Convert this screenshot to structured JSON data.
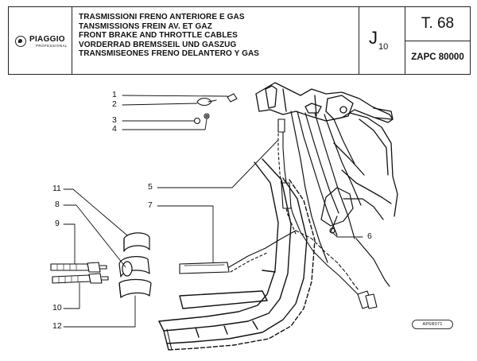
{
  "header": {
    "brand": "PIAGGIO",
    "brand_sub": "PROFESSIONAL",
    "titles": [
      "TRASMISSIONI FRENO ANTERIORE E GAS",
      "TANSMISSIONS FREIN AV. ET GAZ",
      "FRONT BRAKE AND THROTTLE CABLES",
      "VORDERRAD BREMSSEIL UND GASZUG",
      "TRANSMISEONES FRENO DELANTERO Y GAS"
    ],
    "section_code": "J",
    "section_sub": "10",
    "table_no": "T. 68",
    "serial": "ZAPC 80000"
  },
  "callouts": {
    "n1": "1",
    "n2": "2",
    "n3": "3",
    "n4": "4",
    "n5": "5",
    "n6": "6",
    "n7": "7",
    "n8": "8",
    "n9": "9",
    "n10": "10",
    "n11": "11",
    "n12": "12"
  },
  "drawing_ref": "AP6R071"
}
